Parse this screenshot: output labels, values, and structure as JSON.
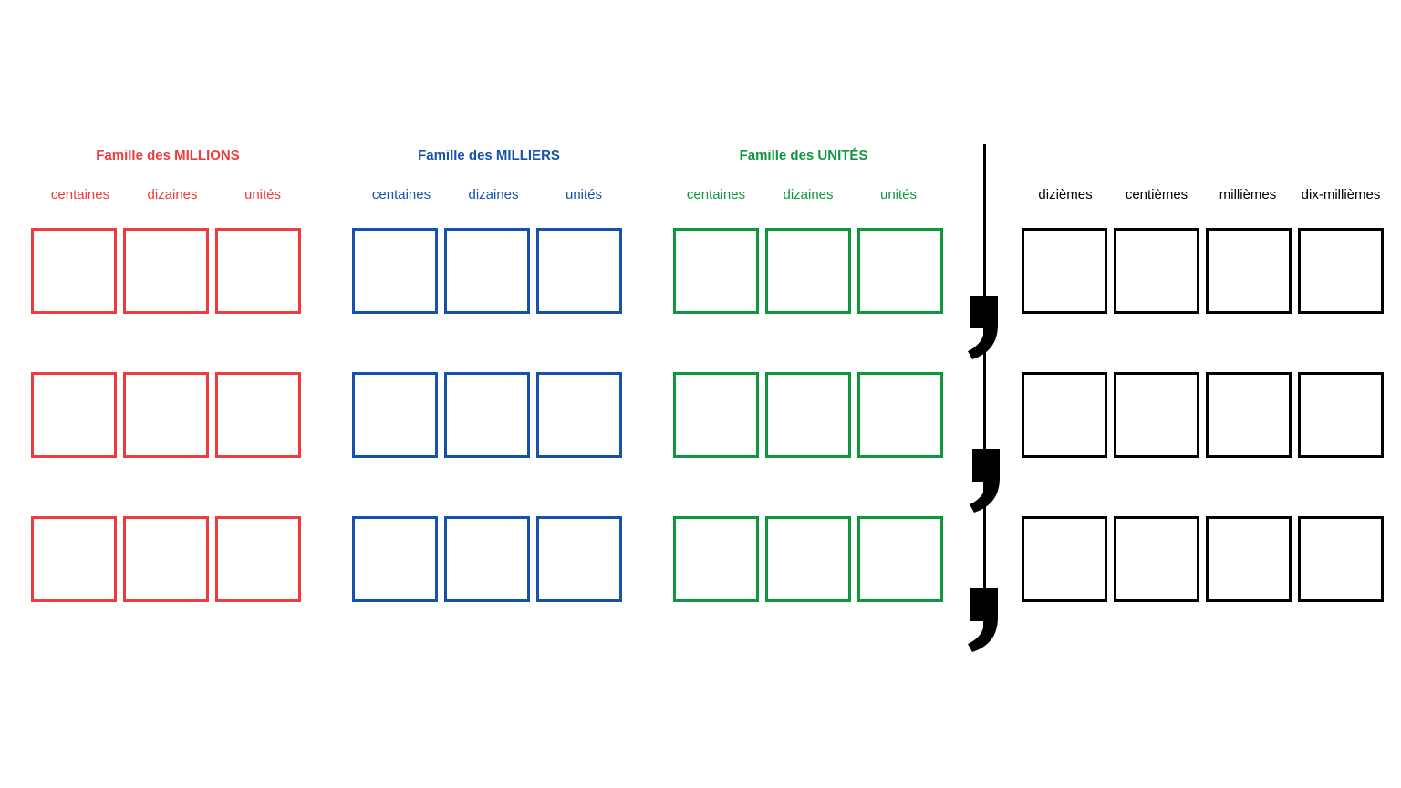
{
  "families": [
    {
      "key": "millions",
      "title": "Famille des MILLIONS",
      "color": "#ee3b3b",
      "columns": [
        "centaines",
        "dizaines",
        "unités"
      ]
    },
    {
      "key": "milliers",
      "title": "Famille des MILLIERS",
      "color": "#1552ab",
      "columns": [
        "centaines",
        "dizaines",
        "unités"
      ]
    },
    {
      "key": "unites",
      "title": "Famille des UNITÉS",
      "color": "#10963f",
      "columns": [
        "centaines",
        "dizaines",
        "unités"
      ]
    }
  ],
  "decimals": {
    "color": "#000000",
    "columns": [
      "dizièmes",
      "centièmes",
      "millièmes",
      "dix-millièmes"
    ]
  },
  "rows": 3,
  "decimal_separator": ","
}
